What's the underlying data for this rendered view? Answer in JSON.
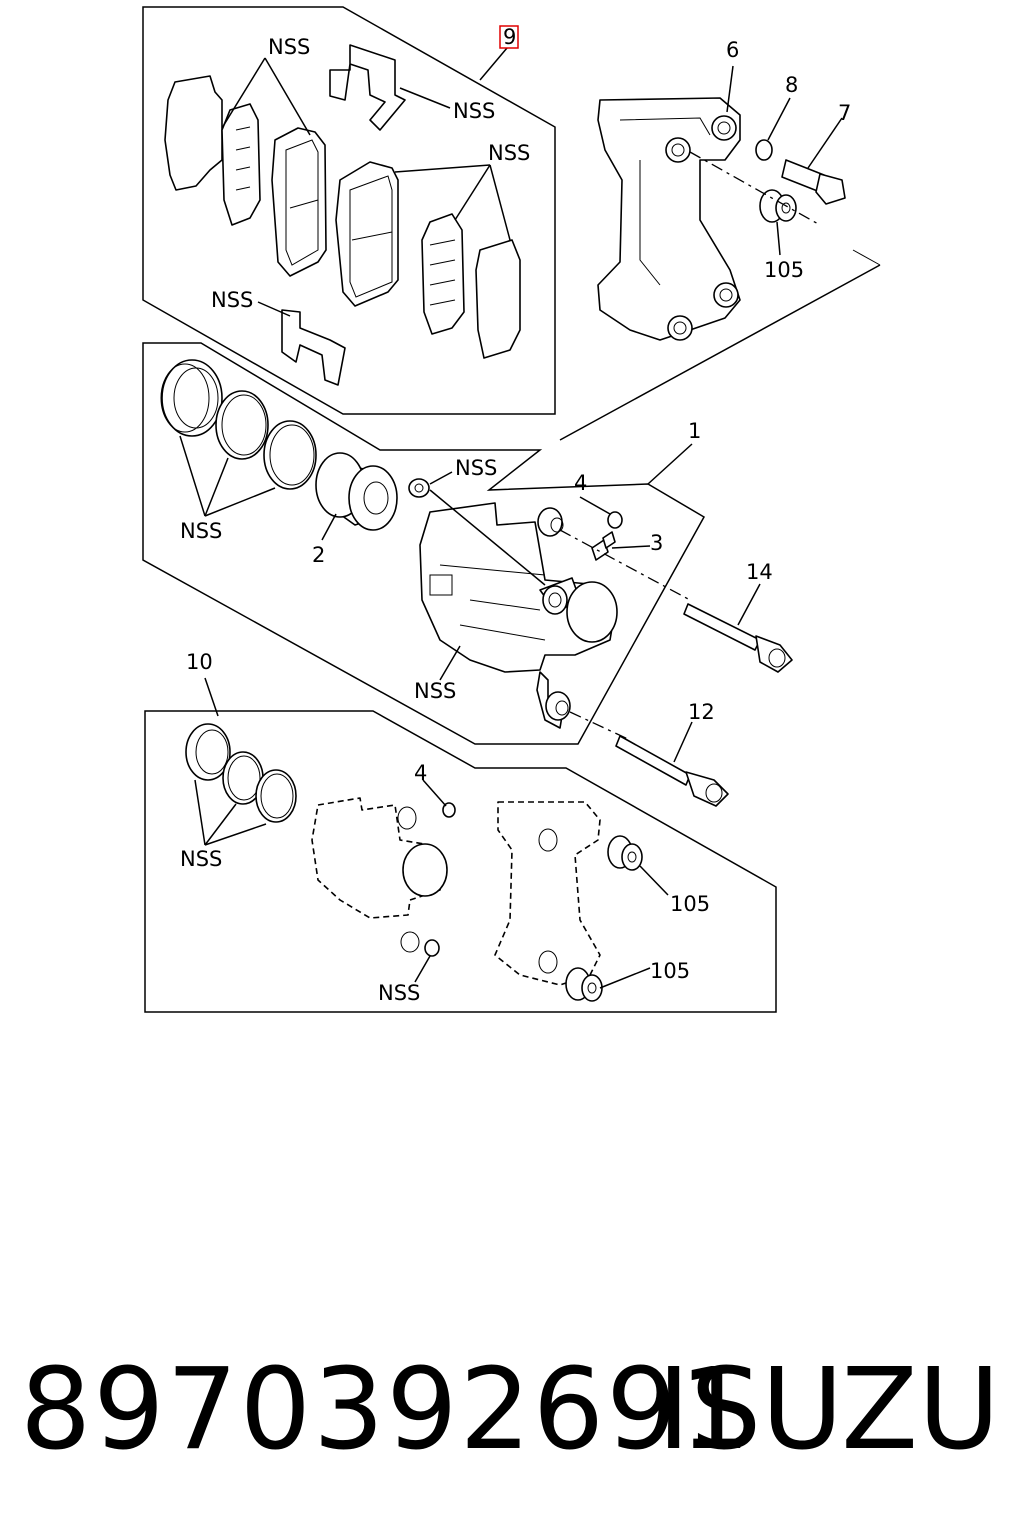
{
  "footer": {
    "part_number": "8970392691",
    "brand": "ISUZU"
  },
  "callouts": {
    "kit": "9",
    "p1": "1",
    "p2": "2",
    "p3": "3",
    "p4a": "4",
    "p4b": "4",
    "p6": "6",
    "p7": "7",
    "p8": "8",
    "p10": "10",
    "p12": "12",
    "p14": "14",
    "p105a": "105",
    "p105b": "105",
    "p105c": "105",
    "nss_1": "NSS",
    "nss_2": "NSS",
    "nss_3": "NSS",
    "nss_4": "NSS",
    "nss_5": "NSS",
    "nss_6": "NSS",
    "nss_7": "NSS",
    "nss_8": "NSS",
    "nss_9": "NSS"
  },
  "colors": {
    "line": "#000000",
    "kit_highlight": "#e00000",
    "background": "#ffffff"
  }
}
